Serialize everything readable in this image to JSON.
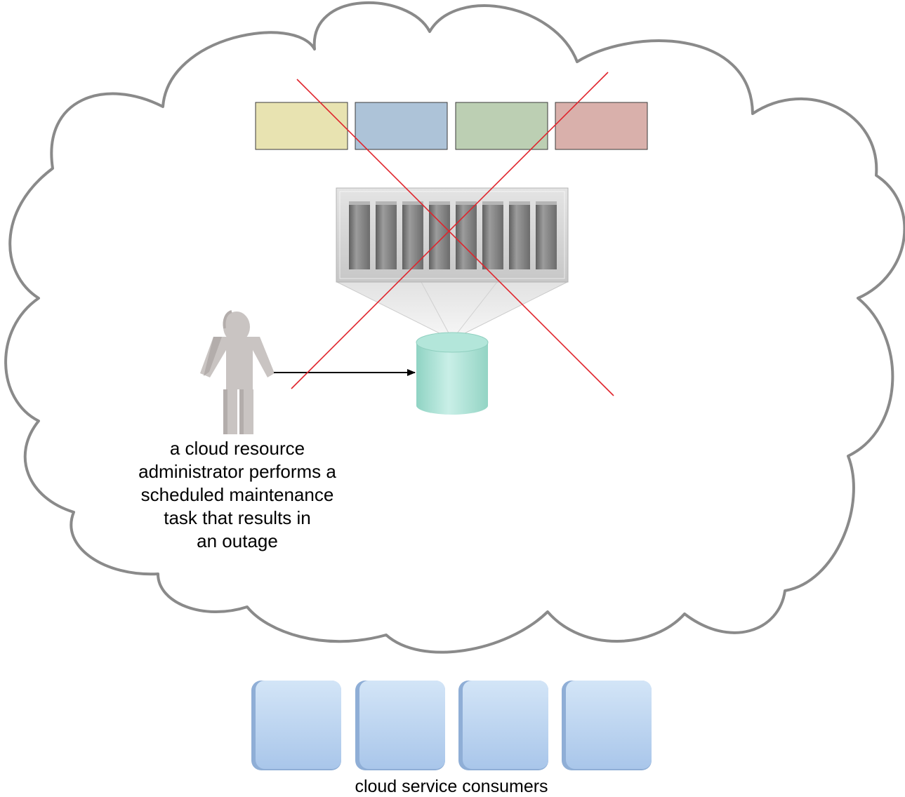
{
  "colors": {
    "cloud_outline": "#8a8a8a",
    "cross": "#e0242c",
    "service_blocks": [
      "#e8e3b1",
      "#adc3d8",
      "#bccfb3",
      "#d9b0ab"
    ],
    "database": "#a8dfd2",
    "consumer_block": "#bcd5ef",
    "person": "#c9c4c2",
    "arrow": "#000000"
  },
  "icons": {
    "cloud": "cloud-boundary-icon",
    "service_blocks": "cloud-service-block-icon",
    "server": "server-rack-icon",
    "database": "database-icon",
    "person": "person-icon",
    "consumer": "cloud-service-consumer-icon",
    "outage": "cross-out-icon"
  },
  "admin_caption": {
    "lines": [
      "a cloud resource",
      "administrator performs a",
      "scheduled maintenance",
      "task that results in",
      "an outage"
    ]
  },
  "consumers_caption": "cloud service consumers"
}
